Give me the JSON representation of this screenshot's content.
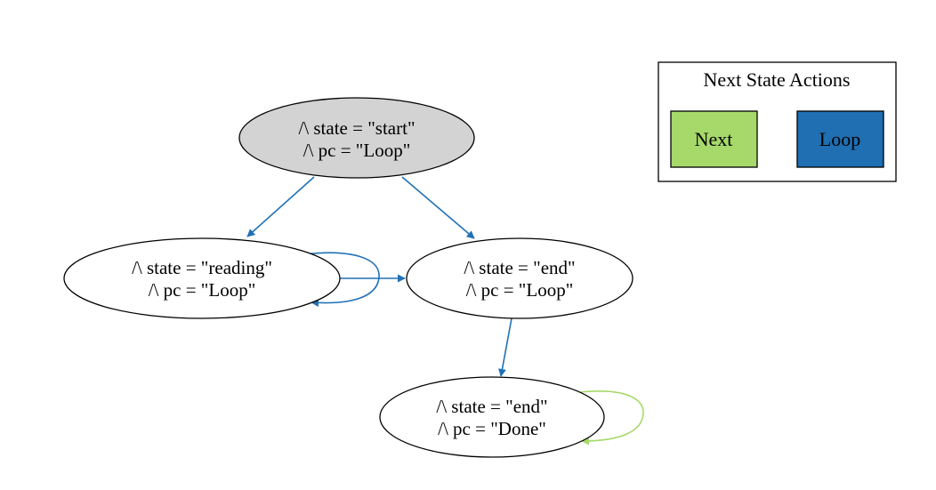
{
  "colors": {
    "next": "#a6d96a",
    "loop": "#1f6fb2",
    "edge_loop": "#2171b5",
    "edge_next": "#a6d96a",
    "initial_fill": "#d3d3d3"
  },
  "nodes": [
    {
      "id": "s0",
      "line1": "/\\ state = \"start\"",
      "line2": "/\\ pc = \"Loop\""
    },
    {
      "id": "s1",
      "line1": "/\\ state = \"reading\"",
      "line2": "/\\ pc = \"Loop\""
    },
    {
      "id": "s2",
      "line1": "/\\ state = \"end\"",
      "line2": "/\\ pc = \"Loop\""
    },
    {
      "id": "s3",
      "line1": "/\\ state = \"end\"",
      "line2": "/\\ pc = \"Done\""
    }
  ],
  "edges": [
    {
      "from": "s0",
      "to": "s1",
      "action": "Loop"
    },
    {
      "from": "s0",
      "to": "s2",
      "action": "Loop"
    },
    {
      "from": "s1",
      "to": "s1",
      "action": "Loop"
    },
    {
      "from": "s1",
      "to": "s2",
      "action": "Loop"
    },
    {
      "from": "s2",
      "to": "s3",
      "action": "Loop"
    },
    {
      "from": "s3",
      "to": "s3",
      "action": "Next"
    }
  ],
  "legend": {
    "title": "Next State Actions",
    "items": [
      {
        "label": "Next",
        "color": "#a6d96a"
      },
      {
        "label": "Loop",
        "color": "#1f6fb2"
      }
    ]
  }
}
